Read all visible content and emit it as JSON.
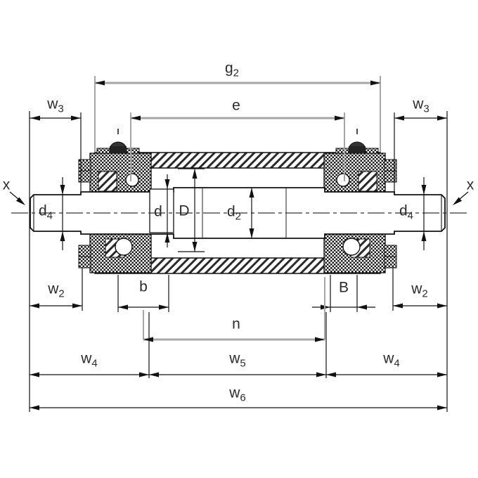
{
  "drawing": {
    "title": "bearing-unit-cross-section-dimension-drawing",
    "description": "Cross-section of a shaft-mounted bearing housing unit with dimension annotations",
    "colors": {
      "line": "#1a1a1a",
      "dim_gray": "#a6a6a6",
      "background": "#ffffff",
      "label": "#2b2b2b"
    },
    "labels": {
      "g2": {
        "base": "g",
        "sub": "2"
      },
      "e": {
        "base": "e",
        "sub": ""
      },
      "w3_left": {
        "base": "w",
        "sub": "3"
      },
      "w3_right": {
        "base": "w",
        "sub": "3"
      },
      "x_left": {
        "base": "x",
        "sub": ""
      },
      "x_right": {
        "base": "x",
        "sub": ""
      },
      "d4_left": {
        "base": "d",
        "sub": "4"
      },
      "d4_right": {
        "base": "d",
        "sub": "4"
      },
      "d": {
        "base": "d",
        "sub": ""
      },
      "D": {
        "base": "D",
        "sub": ""
      },
      "d2": {
        "base": "d",
        "sub": "2"
      },
      "w2_left": {
        "base": "w",
        "sub": "2"
      },
      "w2_right": {
        "base": "w",
        "sub": "2"
      },
      "b": {
        "base": "b",
        "sub": ""
      },
      "B": {
        "base": "B",
        "sub": ""
      },
      "n": {
        "base": "n",
        "sub": ""
      },
      "w4_left": {
        "base": "w",
        "sub": "4"
      },
      "w5": {
        "base": "w",
        "sub": "5"
      },
      "w4_right": {
        "base": "w",
        "sub": "4"
      },
      "w6": {
        "base": "w",
        "sub": "6"
      }
    }
  }
}
